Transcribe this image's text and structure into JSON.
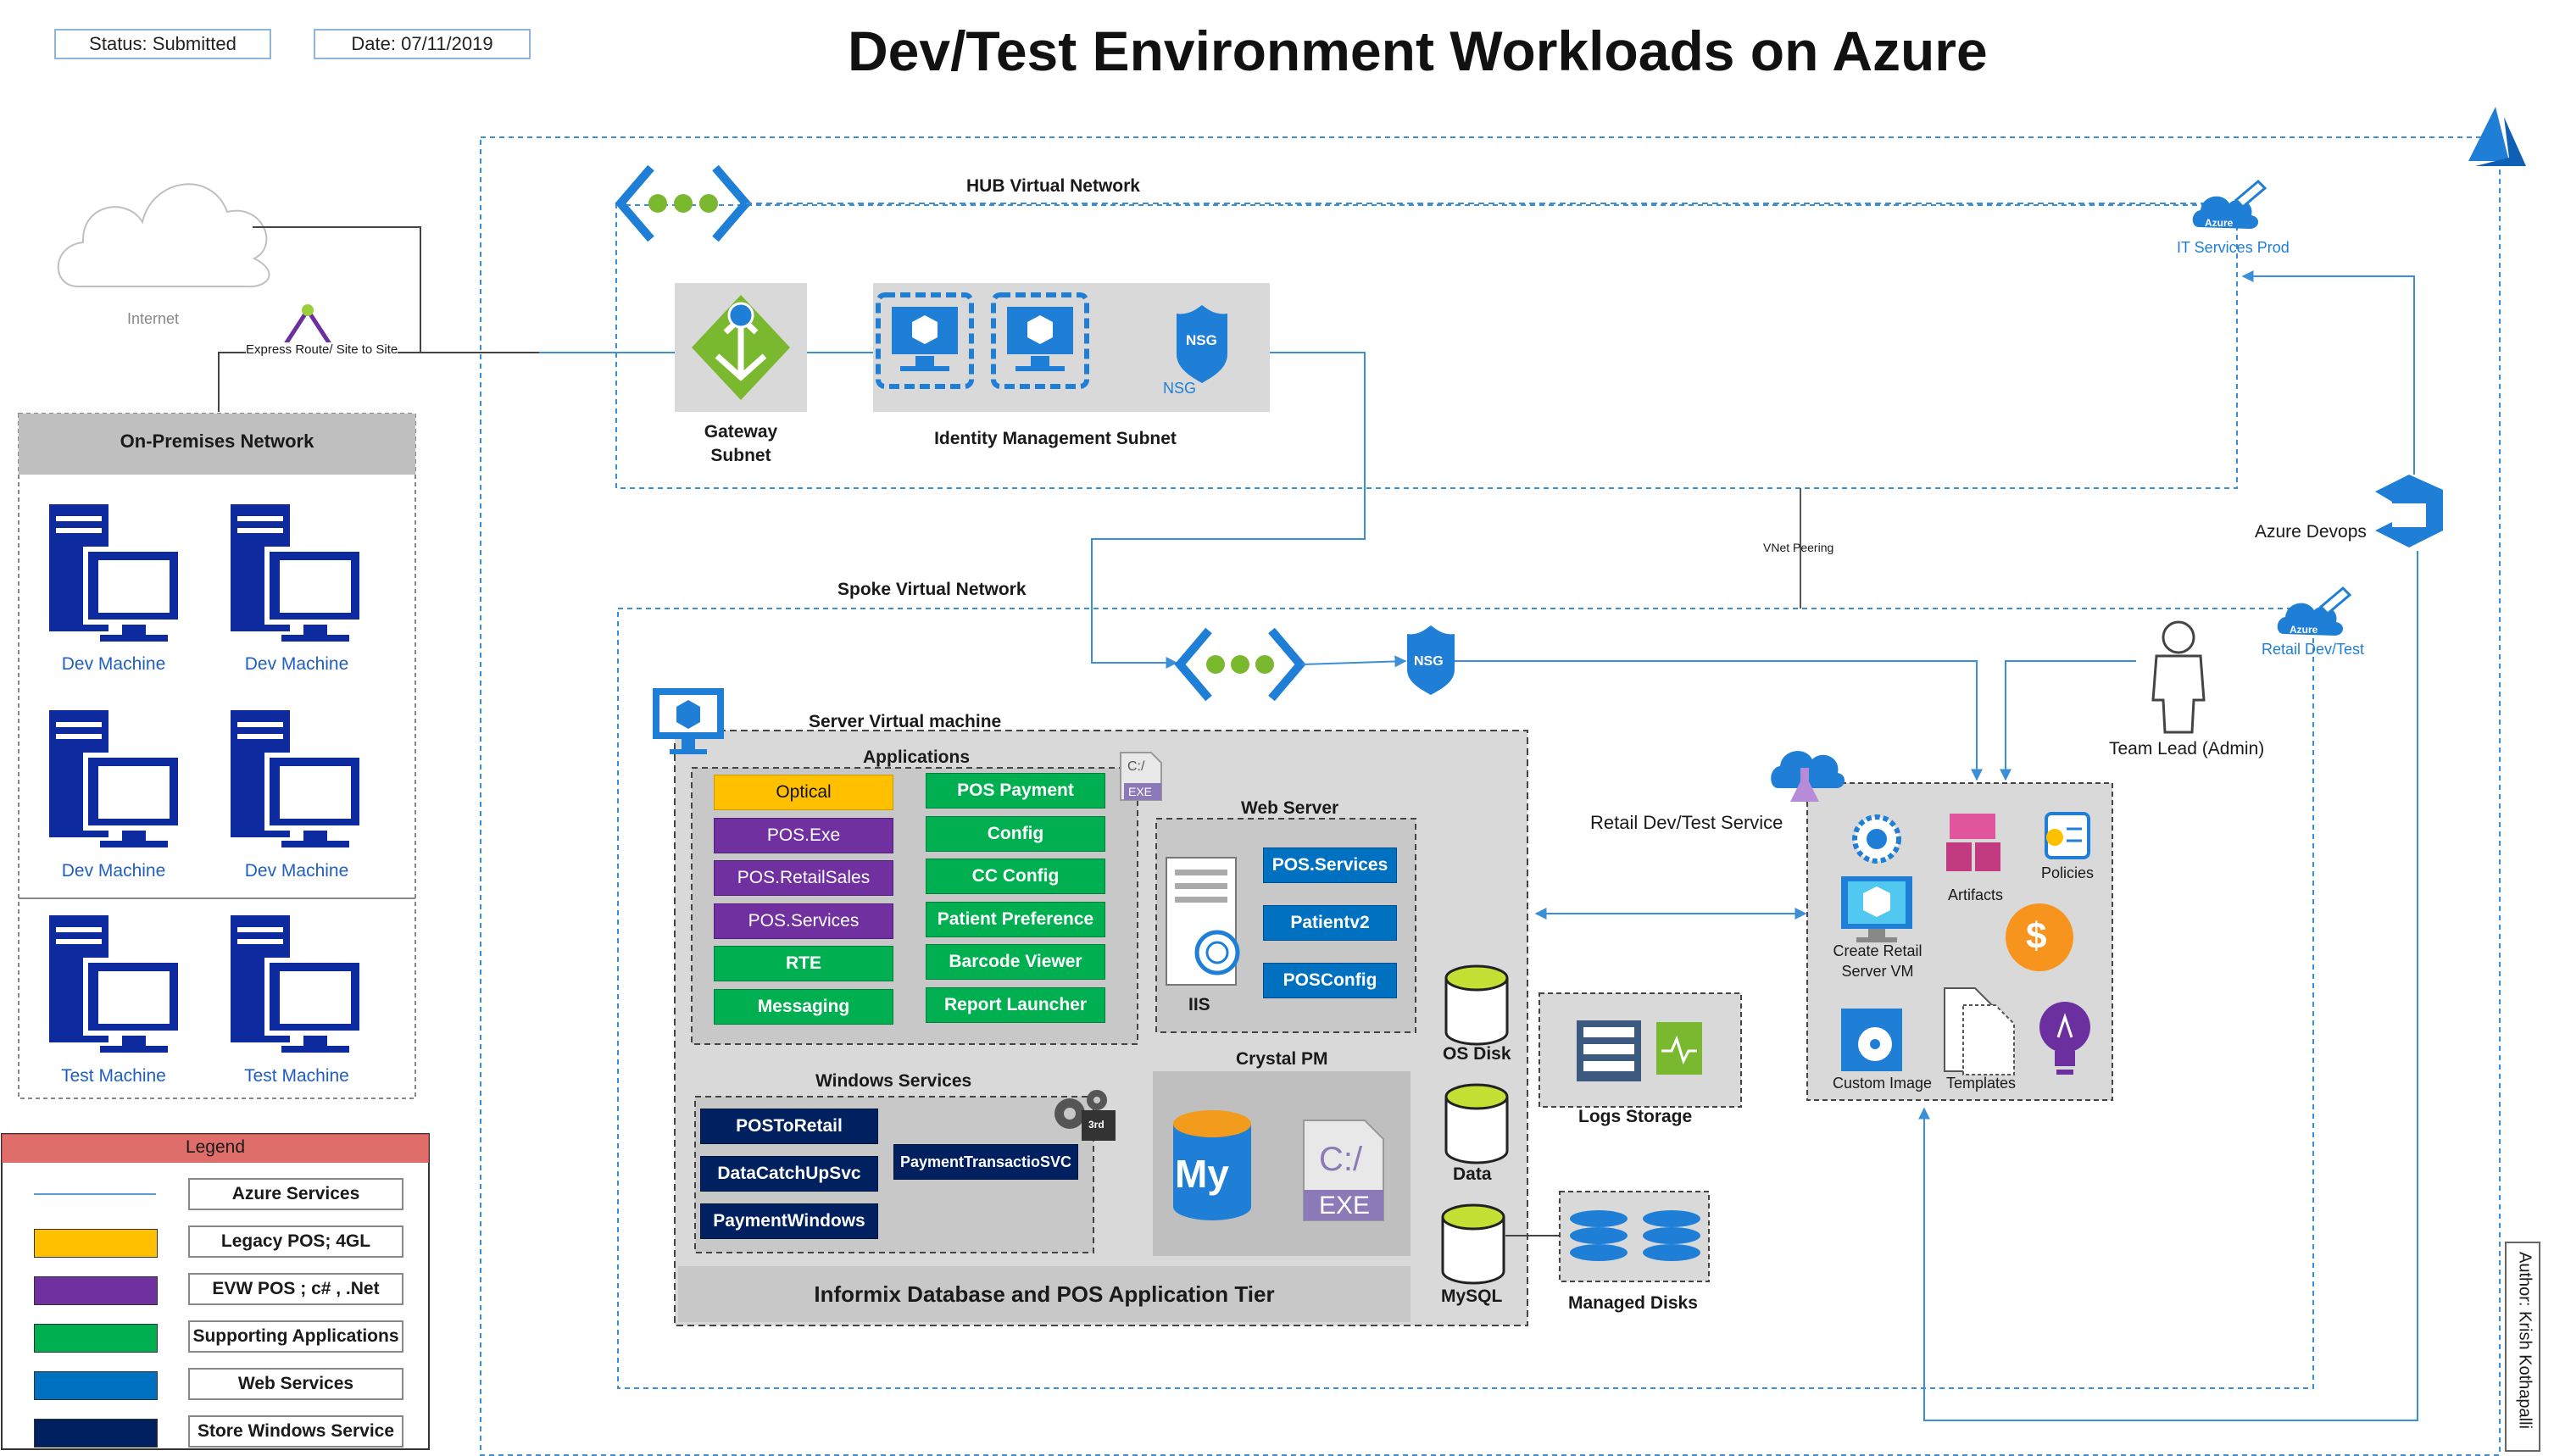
{
  "header": {
    "status": "Status: Submitted",
    "date": "Date: 07/11/2019",
    "title": "Dev/Test Environment Workloads on Azure"
  },
  "internet": {
    "label": "Internet"
  },
  "express_route": {
    "label": "Express Route/ Site to Site"
  },
  "on_prem": {
    "title": "On-Premises Network",
    "machines": [
      "Dev Machine",
      "Dev Machine",
      "Dev Machine",
      "Dev Machine",
      "Test Machine",
      "Test Machine"
    ]
  },
  "legend": {
    "title": "Legend",
    "items": [
      {
        "label": "Azure Services",
        "color": "#5b9bd5",
        "kind": "line"
      },
      {
        "label": "Legacy POS; 4GL",
        "color": "#ffc000",
        "kind": "fill"
      },
      {
        "label": "EVW POS ; c# ,  .Net",
        "color": "#7030a0",
        "kind": "fill"
      },
      {
        "label": "Supporting Applications",
        "color": "#00b050",
        "kind": "fill"
      },
      {
        "label": "Web Services",
        "color": "#0070c0",
        "kind": "fill"
      },
      {
        "label": "Store Windows Service",
        "color": "#002060",
        "kind": "fill"
      }
    ]
  },
  "hub": {
    "title": "HUB Virtual Network",
    "gateway_subnet": "Gateway\nSubnet",
    "identity_subnet": "Identity Management Subnet",
    "nsg_icon_text": "NSG",
    "nsg_label": "NSG"
  },
  "it_services": {
    "badge": "Azure",
    "label": "IT Services Prod"
  },
  "vnet_peering": "VNet Peering",
  "azure_devops": "Azure Devops",
  "spoke": {
    "title": "Spoke Virtual Network",
    "nsg_icon_text": "NSG"
  },
  "retail_devtest": {
    "badge": "Azure",
    "label": "Retail Dev/Test"
  },
  "team_lead": "Team Lead (Admin)",
  "server_vm": {
    "title": "Server Virtual machine",
    "applications_title": "Applications",
    "exe_badge": "EXE",
    "exe_glyph": "C:/",
    "apps_left": [
      {
        "label": "Optical",
        "style": "yellow"
      },
      {
        "label": "POS.Exe",
        "style": "purple"
      },
      {
        "label": "POS.RetailSales",
        "style": "purple"
      },
      {
        "label": "POS.Services",
        "style": "purple"
      },
      {
        "label": "RTE",
        "style": "green"
      },
      {
        "label": "Messaging",
        "style": "green"
      }
    ],
    "apps_right": [
      "POS Payment",
      "Config",
      "CC Config",
      "Patient Preference",
      "Barcode Viewer",
      "Report Launcher"
    ],
    "web_server": {
      "title": "Web Server",
      "iis": "IIS",
      "services": [
        "POS.Services",
        "Patientv2",
        "POSConfig"
      ]
    },
    "windows_services": {
      "title": "Windows Services",
      "gear_badge": "3rd",
      "items": [
        "POSToRetail",
        "DataCatchUpSvc",
        "PaymentWindows"
      ],
      "extra": "PaymentTransactioSVC"
    },
    "crystal_pm": {
      "title": "Crystal PM",
      "mysql_glyph": "My",
      "exe_glyph": "C:/",
      "exe_badge": "EXE"
    },
    "footer": "Informix Database and POS Application Tier"
  },
  "disks": {
    "os": "OS Disk",
    "data": "Data",
    "mysql": "MySQL"
  },
  "logs_storage": "Logs Storage",
  "managed_disks": "Managed Disks",
  "retail_service": {
    "label": "Retail Dev/Test Service",
    "items": {
      "artifacts": "Artifacts",
      "policies": "Policies",
      "create_vm": "Create Retail\nServer  VM",
      "custom_image": "Custom Image",
      "templates": "Templates",
      "dollar": "$"
    }
  },
  "author": "Author: Krish Kothapalli",
  "colors": {
    "azure_line": "#5b9bd5",
    "navy_icon": "#0d2a9e",
    "azure_blue": "#1f7fd6",
    "gray_panel": "#d9d9d9"
  }
}
